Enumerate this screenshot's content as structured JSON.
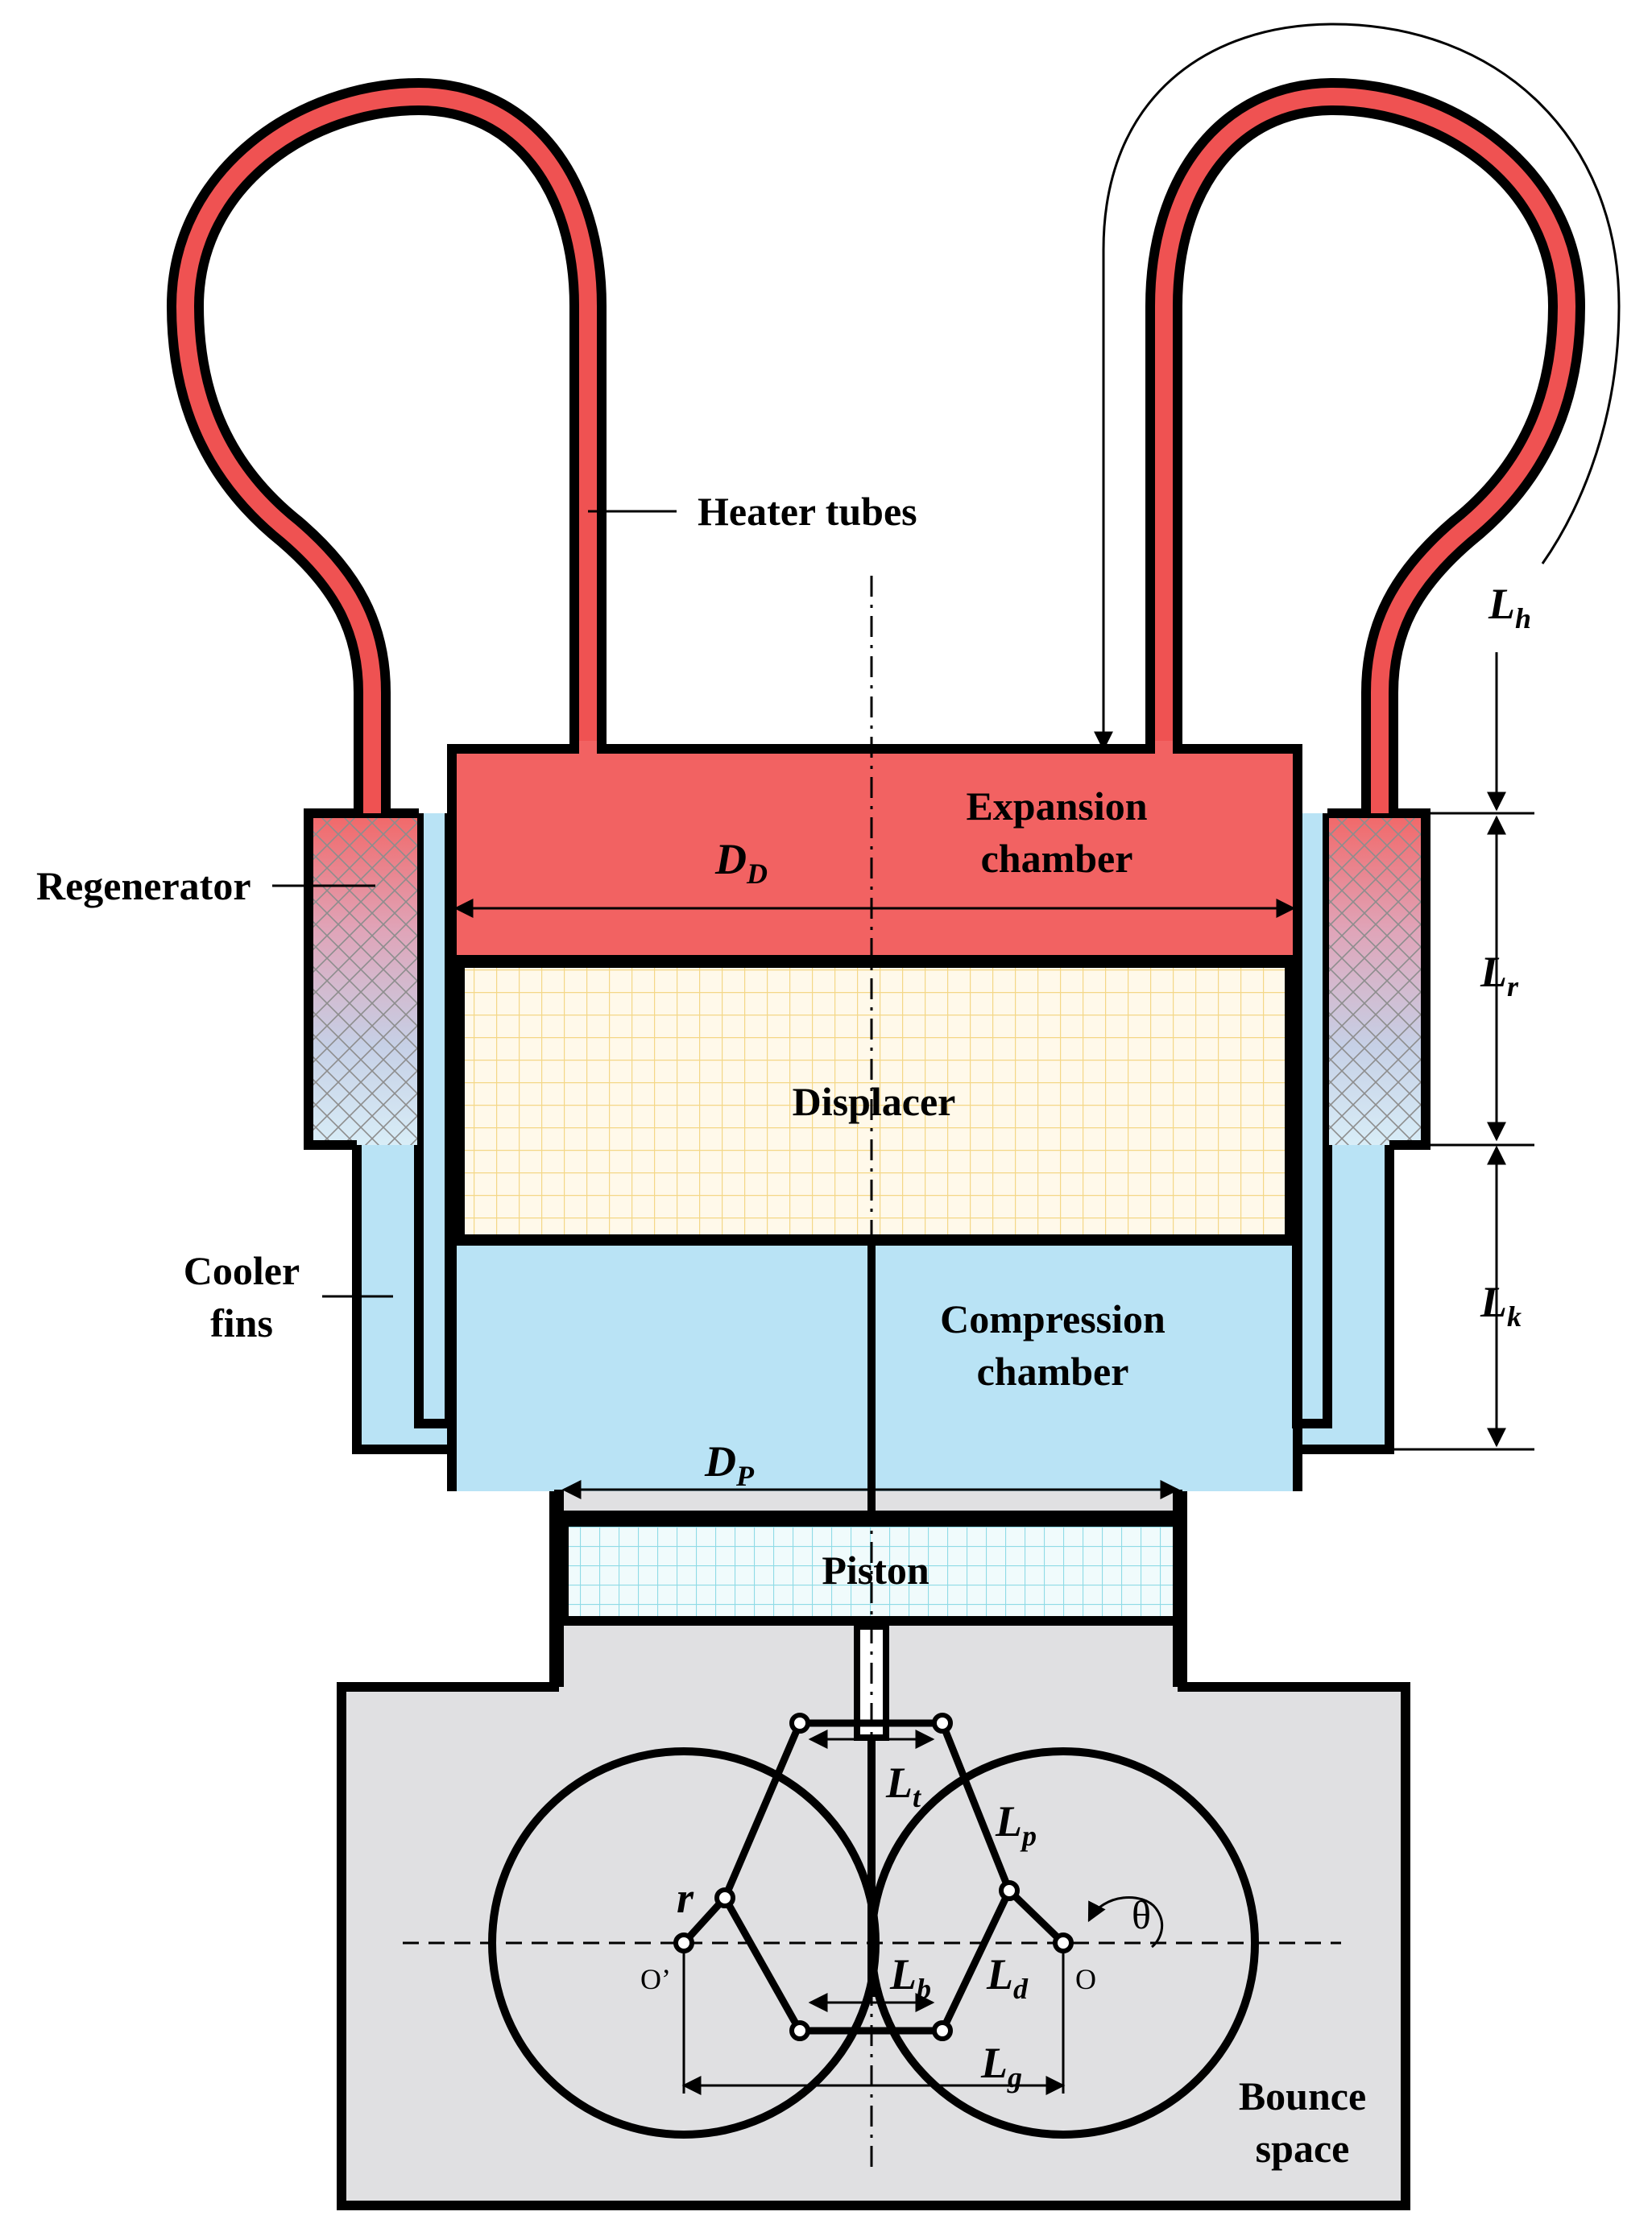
{
  "labels": {
    "heater_tubes": "Heater tubes",
    "regenerator": "Regenerator",
    "expansion_line1": "Expansion",
    "expansion_line2": "chamber",
    "displacer": "Displacer",
    "cooler_line1": "Cooler",
    "cooler_line2": "fins",
    "compression_line1": "Compression",
    "compression_line2": "chamber",
    "piston": "Piston",
    "bounce_line1": "Bounce",
    "bounce_line2": "space"
  },
  "symbols": {
    "dd": {
      "main": "D",
      "sub": "D"
    },
    "dp": {
      "main": "D",
      "sub": "P"
    },
    "lh": {
      "main": "L",
      "sub": "h"
    },
    "lr": {
      "main": "L",
      "sub": "r"
    },
    "lk": {
      "main": "L",
      "sub": "k"
    },
    "lt": {
      "main": "L",
      "sub": "t"
    },
    "lp": {
      "main": "L",
      "sub": "p"
    },
    "lb": {
      "main": "L",
      "sub": "b"
    },
    "ld": {
      "main": "L",
      "sub": "d"
    },
    "lg": {
      "main": "L",
      "sub": "g"
    },
    "r": "r",
    "theta": "θ",
    "o": "O",
    "o_prime": "O’"
  },
  "colors": {
    "hot": "#f26060",
    "tube": "#e5414a",
    "cold": "#b9e3f5",
    "displacer_fill": "#fff9ea",
    "displacer_grid": "#f6dc88",
    "piston_fill": "#f0fbfc",
    "piston_grid": "#8fdce8",
    "bounce": "#e0e0e2",
    "regen_grid": "#9a9a9a"
  }
}
